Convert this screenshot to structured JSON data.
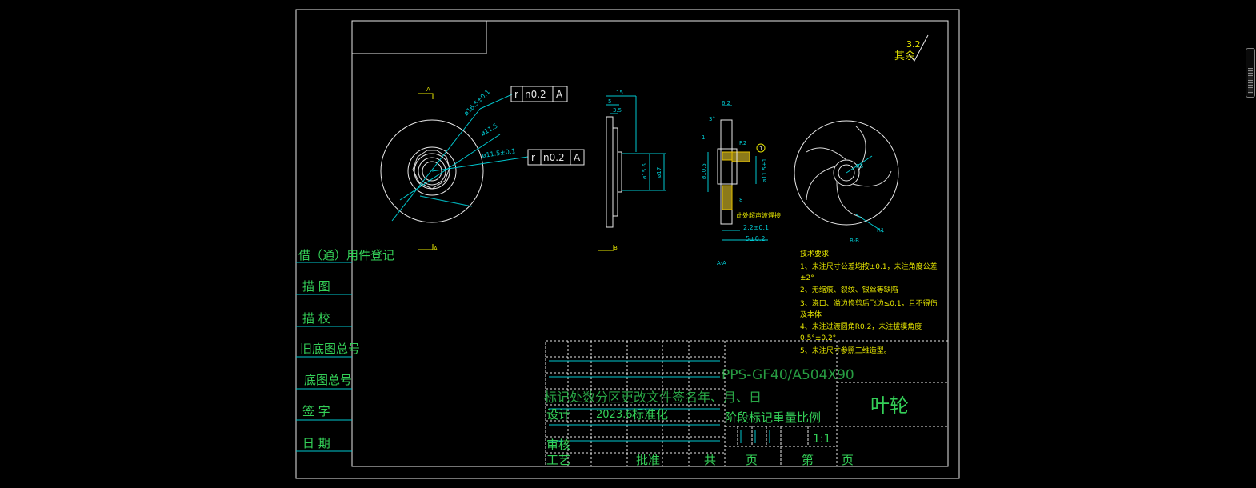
{
  "drawing": {
    "surface_finish": {
      "value": "3.2",
      "label": "其余"
    },
    "tolerance_frames": [
      {
        "symbol": "r",
        "value": "n0.2",
        "datum": "A"
      },
      {
        "symbol": "r",
        "value": "n0.2",
        "datum": "A"
      }
    ],
    "view_labels": {
      "front_section": "A-A",
      "right_section": "B-B",
      "sec_a_top": "A",
      "sec_a_bottom": "A",
      "sec_b": "B"
    },
    "dims_front": {
      "d1": "ø16.5±0.1",
      "d2": "ø11.5",
      "d3": "ø11.5±0.1"
    },
    "dims_side": {
      "top1": "15",
      "top2": "5",
      "top3": "3.5",
      "v1": "ø15.6",
      "v2": "ø17"
    },
    "dims_section": {
      "top": "6.2",
      "a1": "3°",
      "n1": "1",
      "r": "R2",
      "v": "ø10.5",
      "h": "ø11.5±1",
      "b": "8",
      "note": "此处超声波焊接",
      "w1": "2.2±0.1",
      "w2": "5±0.2",
      "balloon": "1"
    },
    "dims_impeller": {
      "r1": "R5",
      "r2": "R1"
    },
    "notes": {
      "title": "技术要求:",
      "lines": [
        "1、未注尺寸公差均按±0.1，未注角度公差",
        "±2°",
        "2、无缩痕、裂纹、银丝等缺陷",
        "3、浇口、溢边修剪后飞边≤0.1，且不得伤",
        "及本体",
        "4、未注过渡圆角R0.2，未注拔模角度",
        "0.5°±0.2°",
        "5、未注尺寸参照三维造型。"
      ]
    },
    "sidebar": {
      "header": "借（通）用件登记",
      "rows": [
        "描 图",
        "描 校",
        "旧底图总号",
        "底图总号",
        "签 字",
        "日 期"
      ]
    },
    "title_block": {
      "material": "PPS-GF40/A504X90",
      "part_name": "叶轮",
      "row_labels": "标记处数分区更改文件签名年、月、日",
      "design": "设计",
      "date_text": "2023.6",
      "standardize": "标准化",
      "stage_labels": "阶段标记重量比例",
      "scale": "1:1",
      "review": "审核",
      "process": "工艺",
      "approve": "批准",
      "total": "共",
      "page": "页",
      "sheet": "第",
      "page2": "页"
    }
  }
}
